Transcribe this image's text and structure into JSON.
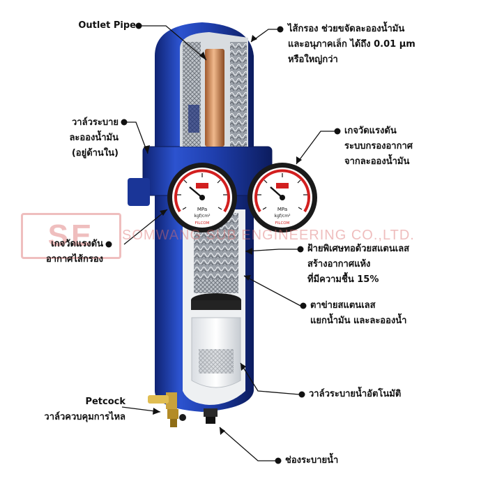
{
  "labels": {
    "outlet_pipe": "Outlet Pipe",
    "filter_element": [
      "ไส้กรอง ช่วยขจัดละอองน้ำมัน",
      "และอนุภาคเล็ก ได้ถึง 0.01 µm",
      "หรือใหญ่กว่า"
    ],
    "oil_mist_drain_valve": [
      "วาล์วระบาย",
      "ละอองน้ำมัน",
      "(อยู่ด้านใน)"
    ],
    "pressure_gauge_right": [
      "เกจวัดแรงดัน",
      "ระบบกรองอากาศ",
      "จากละอองน้ำมัน"
    ],
    "pressure_gauge_left": [
      "เกจวัดแรงดัน",
      "อากาศไส้กรอง"
    ],
    "stainless_wool": [
      "ฝ้ายพิเศษทอด้วยสแตนเลส",
      "สร้างอากาศแห้ง",
      "ที่มีความชื้น 15%"
    ],
    "stainless_mesh": [
      "ตาข่ายสแตนเลส",
      "แยกน้ำมัน และละอองน้ำ"
    ],
    "petcock": [
      "Petcock",
      "วาล์วควบคุมการไหล"
    ],
    "auto_drain_valve": "วาล์วระบายน้ำอัตโนมัติ",
    "drain_port": "ช่องระบายน้ำ"
  },
  "watermark": {
    "logo_text": "SE",
    "company": "SOMWANG SUB ENGINEERING CO.,LTD."
  },
  "gauge": {
    "unit_top": "MPa",
    "unit_bottom": "kgf/cm²",
    "brand": "FILCOM"
  },
  "colors": {
    "housing_blue": "#1f3fae",
    "housing_dark": "#0f2373",
    "housing_light": "#3f67dc",
    "gauge_red": "#d21f1f"
  },
  "icons": [
    "callout-dot-icon",
    "arrow-icon"
  ]
}
